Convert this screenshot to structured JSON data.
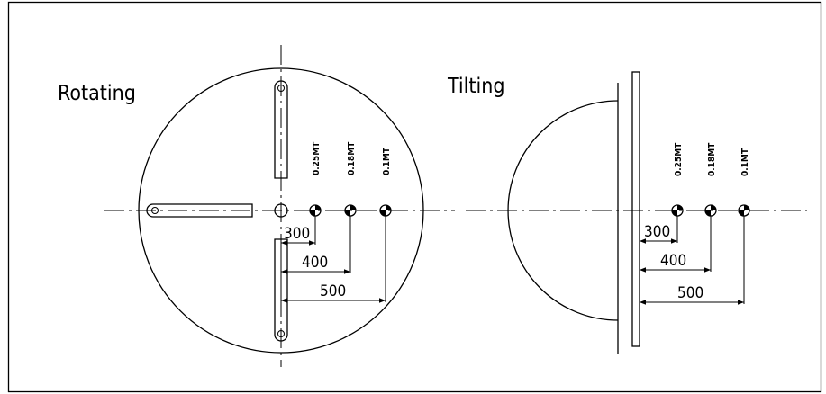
{
  "left": {
    "title": "Rotating",
    "loads": [
      "0.25MT",
      "0.18MT",
      "0.1MT"
    ],
    "dims": [
      "300",
      "400",
      "500"
    ]
  },
  "right": {
    "title": "Tilting",
    "loads": [
      "0.25MT",
      "0.18MT",
      "0.1MT"
    ],
    "dims": [
      "300",
      "400",
      "500"
    ]
  }
}
